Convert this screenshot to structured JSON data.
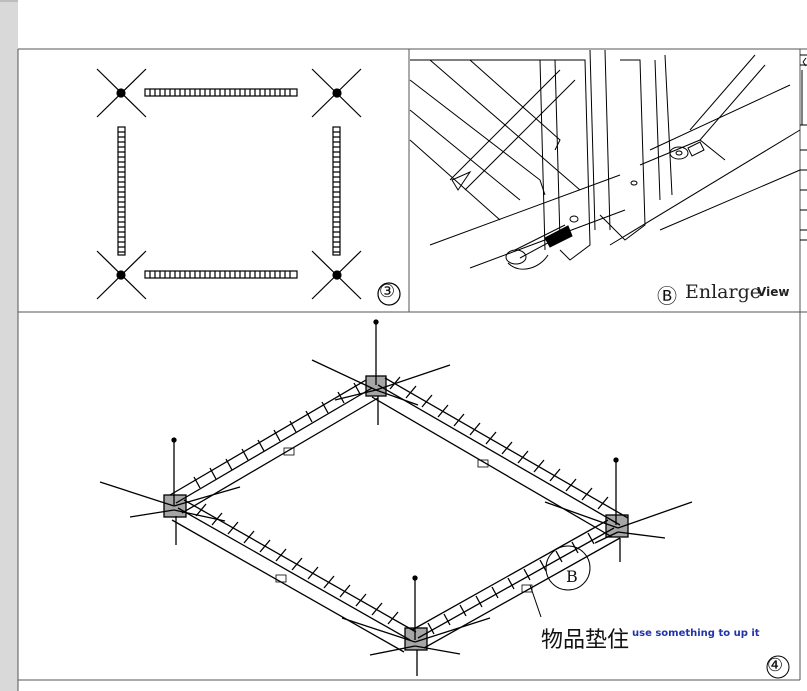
{
  "labels": {
    "enlarge": "Enlarge",
    "view": "View",
    "support_note_zh": "物品垫住",
    "support_note_en": "use something to up it",
    "ref_3": "③",
    "ref_4": "④",
    "ref_b_circled": "Ⓑ",
    "ref_b": "B"
  },
  "colors": {
    "line": "#000000",
    "note": "#2233aa",
    "frame": "#555555"
  }
}
